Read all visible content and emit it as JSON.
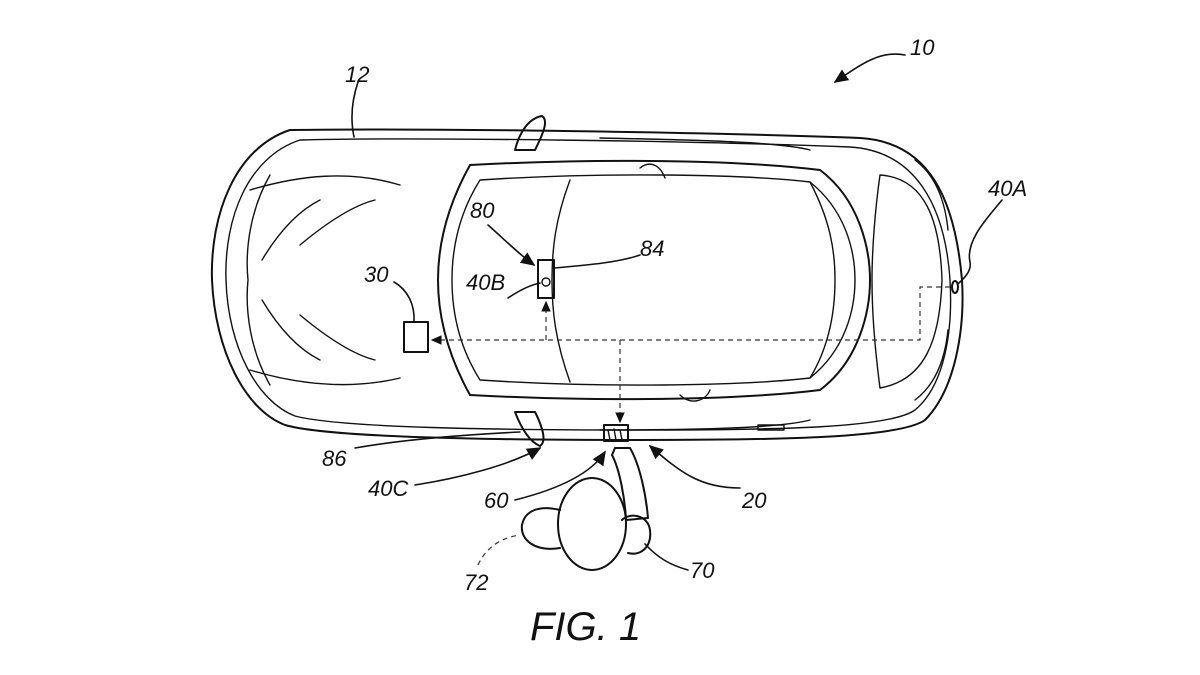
{
  "figure": {
    "caption": "FIG. 1",
    "labels": {
      "system": "10",
      "vehicle": "12",
      "mobile_device": "20",
      "controller": "30",
      "sensor_a": "40A",
      "sensor_b": "40B",
      "sensor_c": "40C",
      "hand": "60",
      "person": "70",
      "path": "72",
      "module": "80",
      "display": "84",
      "door": "86"
    }
  }
}
